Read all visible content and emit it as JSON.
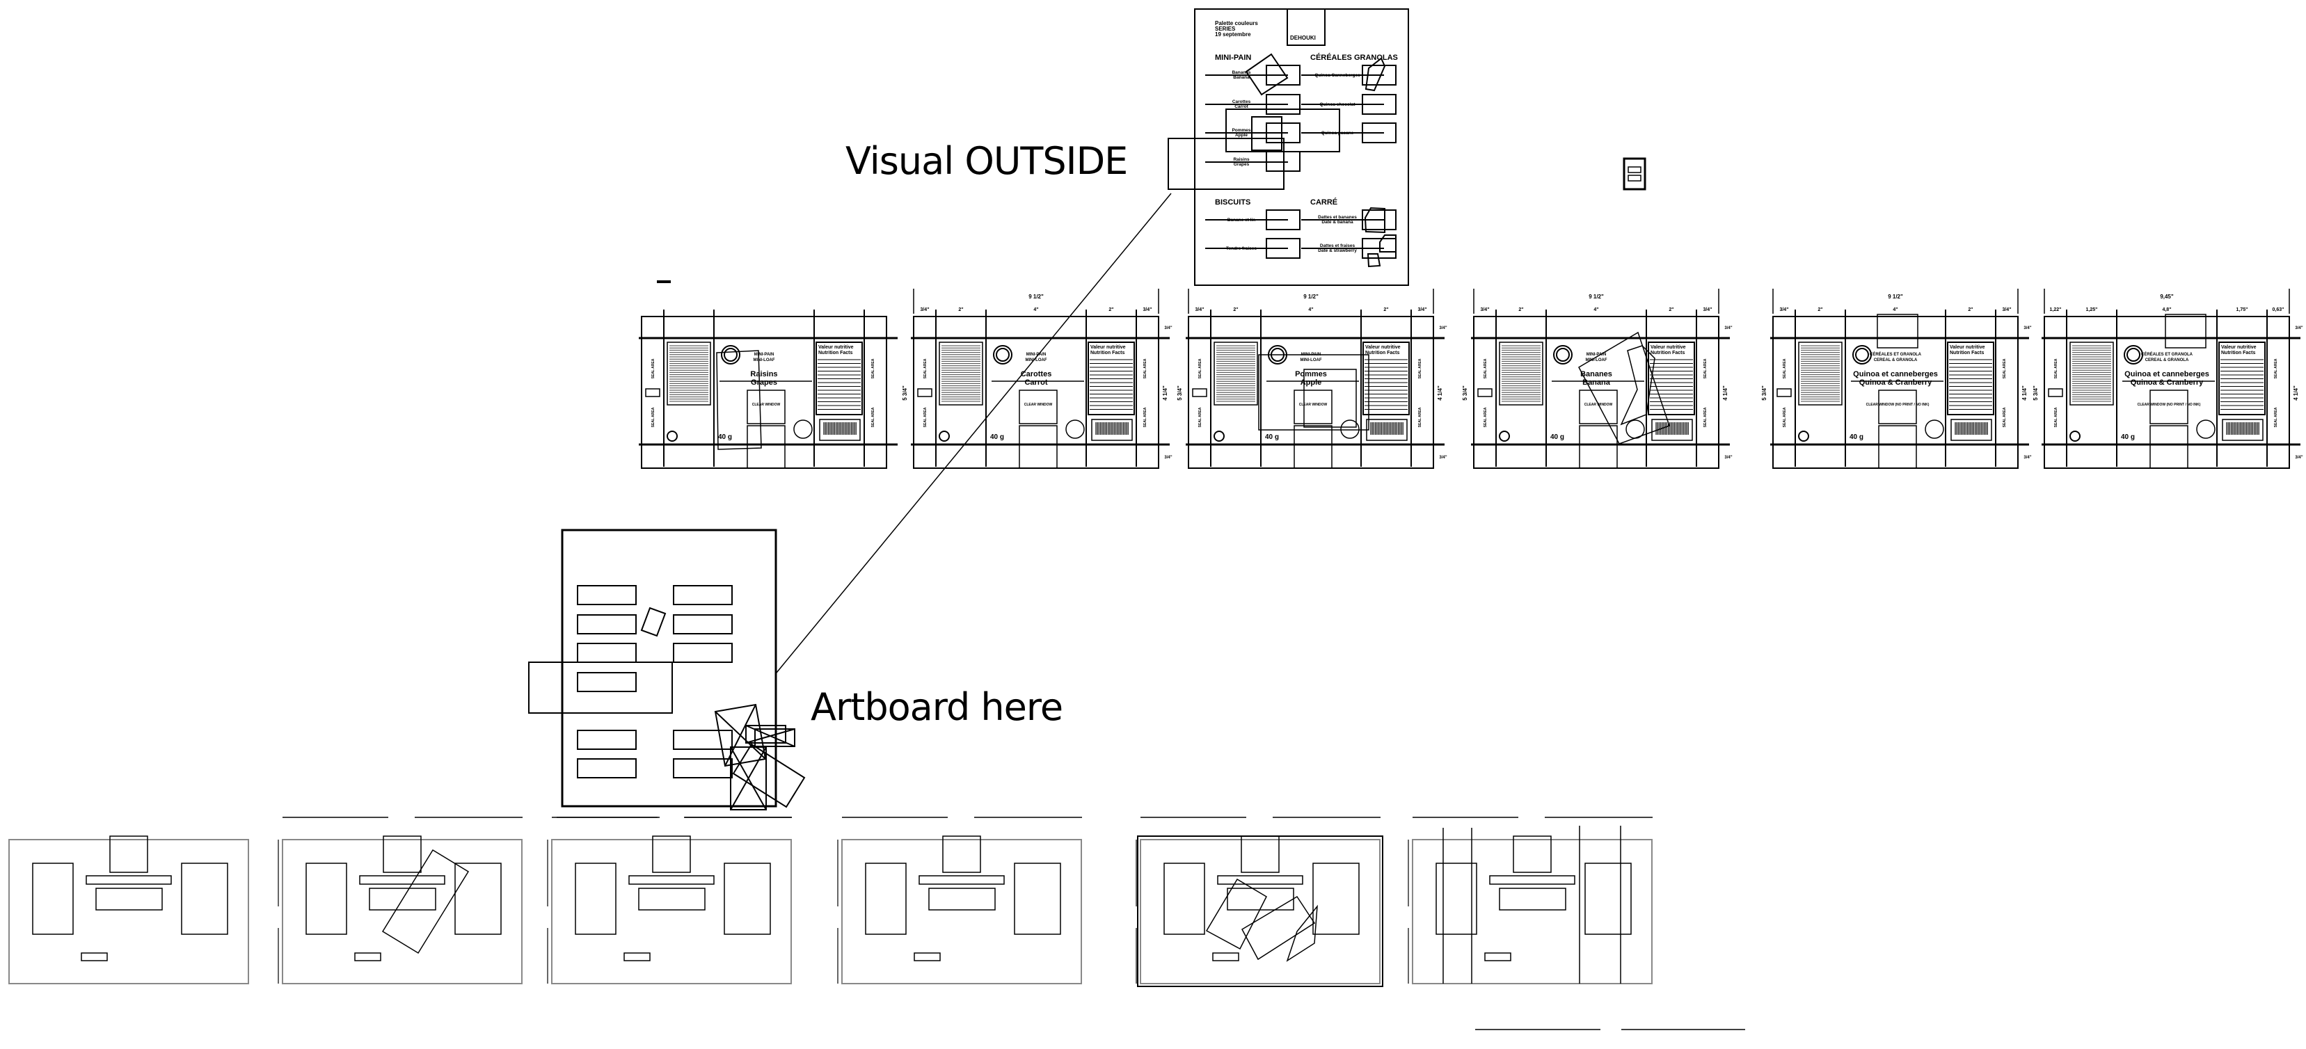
{
  "canvas": {
    "labels": {
      "visual_outside": "Visual OUTSIDE",
      "artboard_here": "Artboard here"
    }
  },
  "palette_sheet": {
    "note_line1": "Palette couleurs",
    "note_line2": "SERIES",
    "note_line3": "19 septembre",
    "logo_text": "DEHOUKI",
    "sections": [
      {
        "title": "MINI-PAIN",
        "items": [
          {
            "fr": "Bananes",
            "en": "Banana"
          },
          {
            "fr": "Carottes",
            "en": "Carrot"
          },
          {
            "fr": "Pommes",
            "en": "Apple"
          },
          {
            "fr": "Raisins",
            "en": "Grapes"
          }
        ]
      },
      {
        "title": "CÉRÉALES GRANOLAS",
        "items": [
          {
            "fr": "Quinoa Canneberges",
            "en": ""
          },
          {
            "fr": "Quinoa chocolat",
            "en": ""
          },
          {
            "fr": "Quinoa pacane",
            "en": ""
          }
        ]
      },
      {
        "title": "BISCUITS",
        "items": [
          {
            "fr": "Banane et lin",
            "en": ""
          },
          {
            "fr": "Tendre fraises",
            "en": ""
          }
        ]
      },
      {
        "title": "CARRÉ",
        "items": [
          {
            "fr": "Dattes et bananes",
            "en": "Date & banana"
          },
          {
            "fr": "Dattes et fraises",
            "en": "Date & strawberry"
          }
        ]
      }
    ]
  },
  "dielines": [
    {
      "line1": "MINI-PAIN",
      "line2": "MINI-LOAF",
      "name_fr": "Raisins",
      "name_en": "Grapes",
      "weight": "40 g",
      "window": "CLEAR WINDOW",
      "total_width": "",
      "dims": []
    },
    {
      "line1": "MINI-PAIN",
      "line2": "MINI-LOAF",
      "name_fr": "Carottes",
      "name_en": "Carrot",
      "weight": "40 g",
      "window": "CLEAR WINDOW",
      "total_width": "9 1/2\"",
      "dims": [
        "3/4\"",
        "2\"",
        "4\"",
        "2\"",
        "3/4\""
      ]
    },
    {
      "line1": "MINI-PAIN",
      "line2": "MINI-LOAF",
      "name_fr": "Pommes",
      "name_en": "Apple",
      "weight": "40 g",
      "window": "CLEAR WINDOW",
      "total_width": "9 1/2\"",
      "dims": [
        "3/4\"",
        "2\"",
        "4\"",
        "2\"",
        "3/4\""
      ]
    },
    {
      "line1": "MINI-PAIN",
      "line2": "MINI-LOAF",
      "name_fr": "Bananes",
      "name_en": "Banana",
      "weight": "40 g",
      "window": "CLEAR WINDOW",
      "total_width": "9 1/2\"",
      "dims": [
        "3/4\"",
        "2\"",
        "4\"",
        "2\"",
        "3/4\""
      ]
    },
    {
      "line1": "CÉRÉALES ET GRANOLA",
      "line2": "CEREAL & GRANOLA",
      "name_fr": "Quinoa et canneberges",
      "name_en": "Quinoa & Cranberry",
      "weight": "40 g",
      "window": "CLEAR WINDOW (NO PRINT / NO INK)",
      "total_width": "9 1/2\"",
      "dims": [
        "3/4\"",
        "2\"",
        "4\"",
        "2\"",
        "3/4\""
      ]
    },
    {
      "line1": "CÉRÉALES ET GRANOLA",
      "line2": "CEREAL & GRANOLA",
      "name_fr": "Quinoa et canneberges",
      "name_en": "Quinoa & Cranberry",
      "weight": "40 g",
      "window": "CLEAR WINDOW (NO PRINT / NO INK)",
      "total_width": "9,45\"",
      "dims": [
        "1,22\"",
        "1,25\"",
        "4,8\"",
        "1,75\"",
        "0,63\""
      ]
    }
  ],
  "dieline_common": {
    "nutrition_title_fr": "Valeur nutritive",
    "nutrition_title_en": "Nutrition Facts",
    "seal_area": "SEAL AREA",
    "height_dim": "5 3/4\"",
    "panel_dim": "4 1/4\"",
    "flap_dim": "3/4\""
  }
}
